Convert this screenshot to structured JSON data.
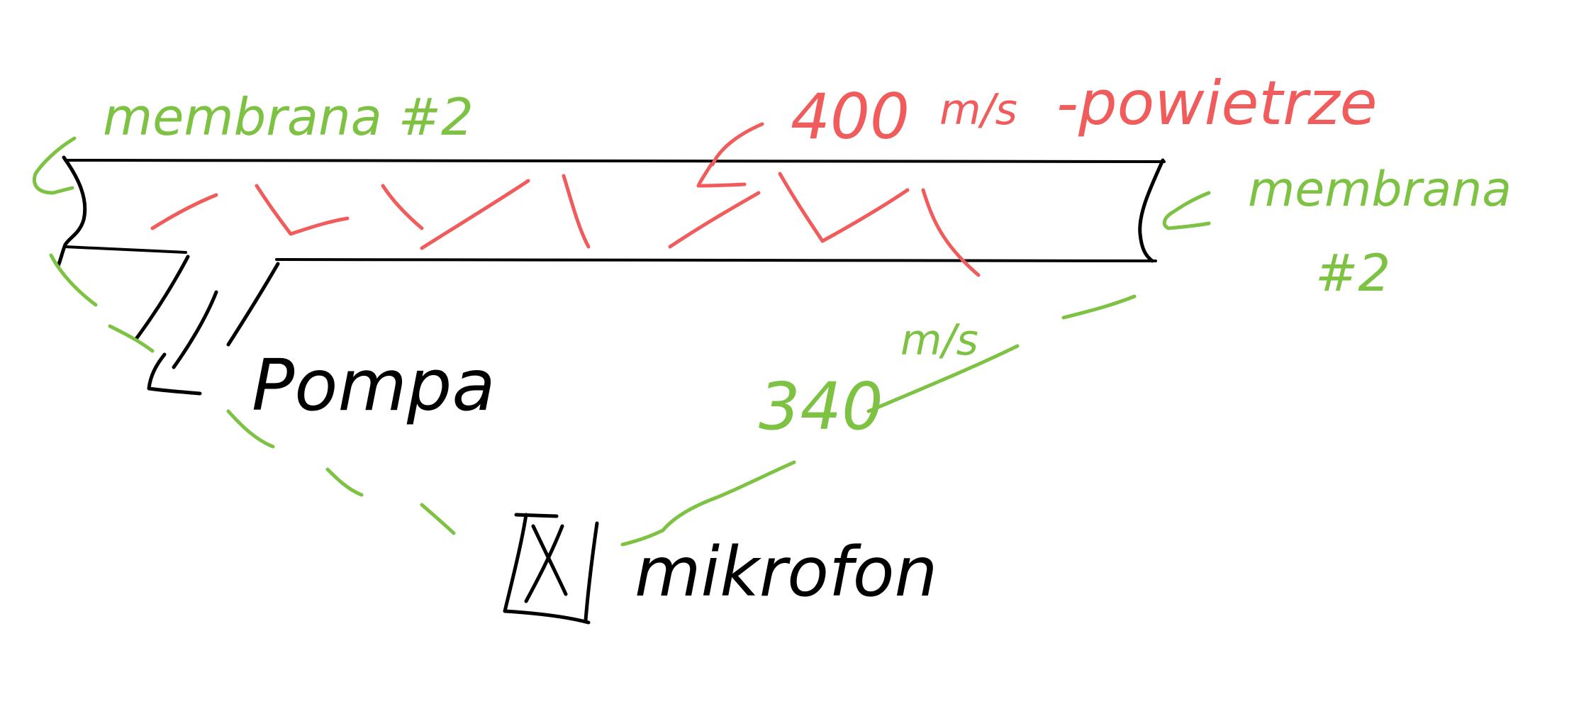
{
  "colors": {
    "ink": "#000000",
    "air_speed": "#f05b5b",
    "sound_speed": "#7dc243",
    "background": "#ffffff"
  },
  "labels": {
    "membrane_left": "membrana #2",
    "membrane_right_line1": "membrana",
    "membrane_right_line2": "#2",
    "air_speed_value": "400",
    "air_speed_unit": "m/s",
    "air_label": "-powietrze",
    "pump": "Pompa",
    "sound_speed_value": "340",
    "sound_speed_unit": "m/s",
    "microphone_symbol": "[X]",
    "microphone": "mikrofon"
  }
}
